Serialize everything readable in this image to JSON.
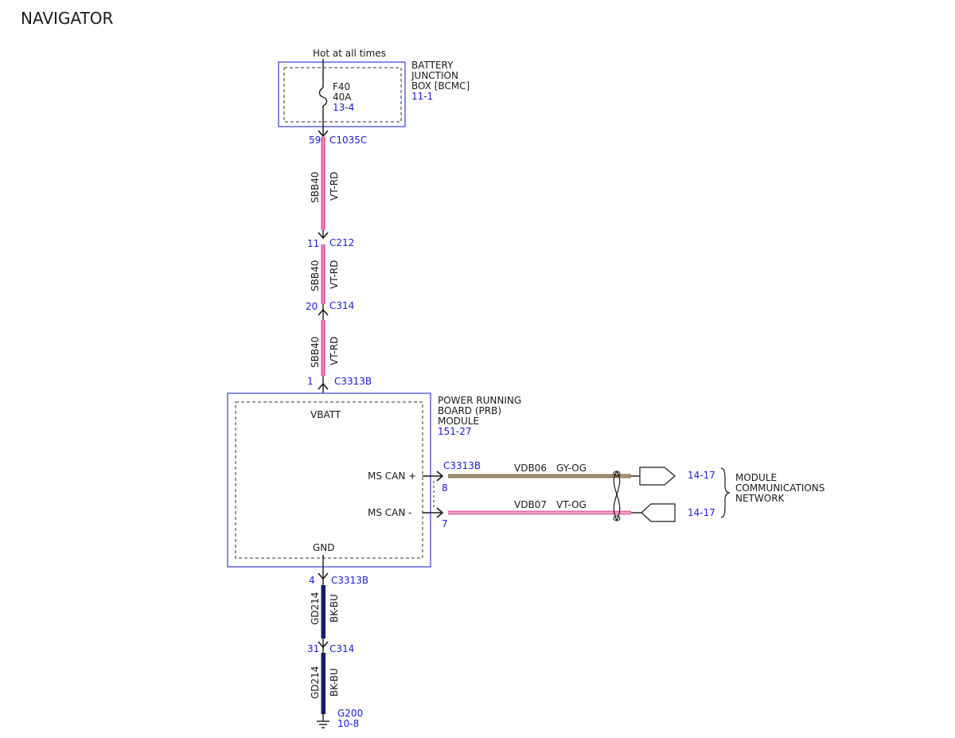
{
  "title": "NAVIGATOR",
  "power_source": "Hot at all times",
  "bjb": {
    "name_lines": [
      "BATTERY",
      "JUNCTION",
      "BOX [BCMC]"
    ],
    "ref": "11-1",
    "fuse_name": "F40",
    "fuse_rating": "40A",
    "fuse_ref": "13-4"
  },
  "connectors": {
    "c1035c": {
      "pin": "59",
      "name": "C1035C"
    },
    "c212": {
      "pin": "11",
      "name": "C212"
    },
    "c314_top": {
      "pin": "20",
      "name": "C314"
    },
    "c3313b_top": {
      "pin": "1",
      "name": "C3313B"
    },
    "c3313b_can": {
      "name": "C3313B",
      "pin_plus": "8",
      "pin_minus": "7"
    },
    "c3313b_gnd": {
      "pin": "4",
      "name": "C3313B"
    },
    "c314_bot": {
      "pin": "31",
      "name": "C314"
    }
  },
  "wires": {
    "w1": {
      "circuit": "SBB40",
      "color": "VT-RD"
    },
    "w2": {
      "circuit": "SBB40",
      "color": "VT-RD"
    },
    "w3": {
      "circuit": "SBB40",
      "color": "VT-RD"
    },
    "can_plus": {
      "circuit": "VDB06",
      "color": "GY-OG"
    },
    "can_minus": {
      "circuit": "VDB07",
      "color": "VT-OG"
    },
    "g1": {
      "circuit": "GD214",
      "color": "BK-BU"
    },
    "g2": {
      "circuit": "GD214",
      "color": "BK-BU"
    }
  },
  "module": {
    "name_lines": [
      "POWER RUNNING",
      "BOARD (PRB)",
      "MODULE"
    ],
    "ref": "151-27",
    "pin_vbatt": "VBATT",
    "pin_can_plus": "MS CAN +",
    "pin_can_minus": "MS CAN -",
    "pin_gnd": "GND"
  },
  "network": {
    "ref_plus": "14-17",
    "ref_minus": "14-17",
    "name_lines": [
      "MODULE",
      "COMMUNICATIONS",
      "NETWORK"
    ]
  },
  "ground": {
    "name": "G200",
    "ref": "10-8"
  },
  "colors": {
    "vt_rd": "#e0448f",
    "gy_og": "#8d7a55",
    "vt_og": "#e56aa8",
    "bk_bu": "#1c1c6b",
    "label_blue": "#1a1ad6"
  }
}
